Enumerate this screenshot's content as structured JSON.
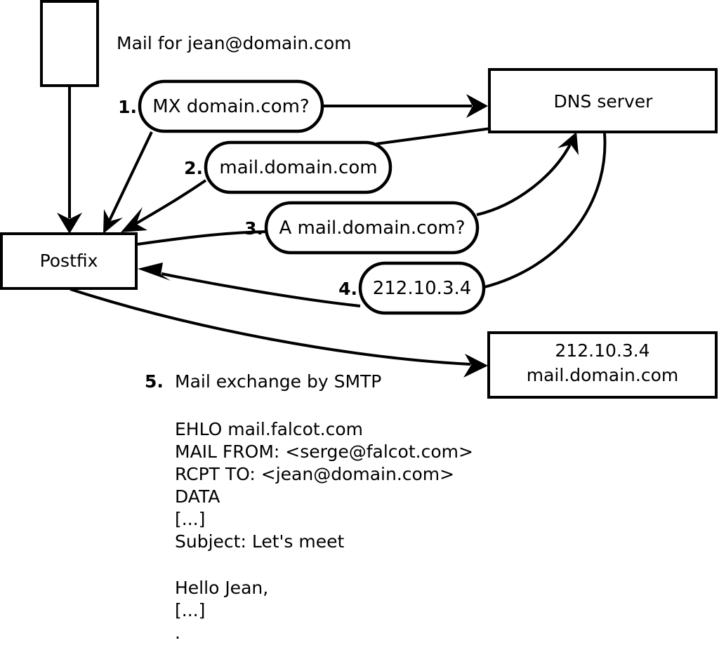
{
  "diagram": {
    "title_caption": "Mail for jean@domain.com",
    "nodes": [
      {
        "id": "sender-client",
        "label": ""
      },
      {
        "id": "postfix",
        "label": "Postfix"
      },
      {
        "id": "dns-server",
        "label": "DNS server"
      },
      {
        "id": "remote-mail-server",
        "line1": "212.10.3.4",
        "line2": "mail.domain.com"
      }
    ],
    "steps": [
      {
        "number": "1.",
        "message": "MX domain.com?"
      },
      {
        "number": "2.",
        "message": "mail.domain.com"
      },
      {
        "number": "3.",
        "message": "A mail.domain.com?"
      },
      {
        "number": "4.",
        "message": "212.10.3.4"
      }
    ],
    "final_step": {
      "number": "5.",
      "label": "Mail exchange by SMTP"
    },
    "smtp_transcript": [
      "EHLO mail.falcot.com",
      "MAIL FROM: <serge@falcot.com>",
      "RCPT TO: <jean@domain.com>",
      "DATA",
      "[...]",
      "Subject: Let's meet",
      "",
      "Hello Jean,",
      "[...]",
      "."
    ],
    "colors": {
      "stroke": "#000000",
      "fill": "#ffffff",
      "text": "#000000"
    }
  }
}
